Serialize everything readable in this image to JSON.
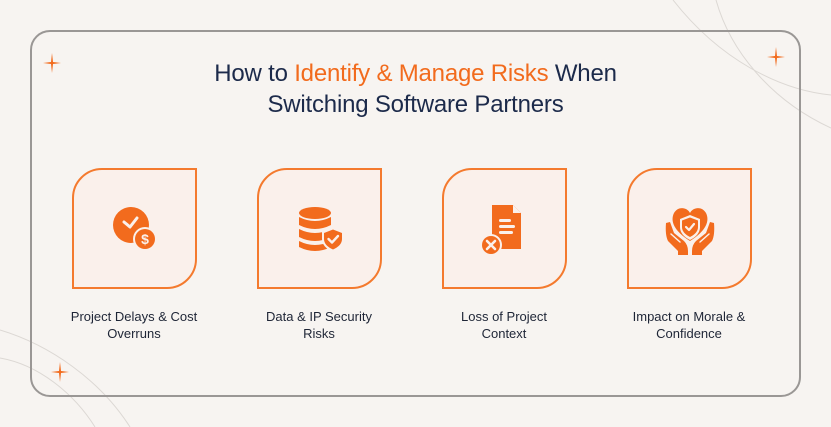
{
  "title": {
    "prefix": "How to ",
    "highlight": "Identify & Manage Risks",
    "suffix_line1": " When",
    "line2": "Switching Software Partners"
  },
  "colors": {
    "accent": "#f26b1d",
    "heading": "#1c2a4a",
    "card_fill": "#faf0eb",
    "card_border": "#f47a2e",
    "frame_border": "#9a9795",
    "background": "#f7f4f1"
  },
  "cards": [
    {
      "icon": "clock-dollar-icon",
      "label_line1": "Project Delays & Cost",
      "label_line2": "Overruns"
    },
    {
      "icon": "database-shield-icon",
      "label_line1": "Data & IP Security",
      "label_line2": "Risks"
    },
    {
      "icon": "document-x-icon",
      "label_line1": "Loss of Project",
      "label_line2": "Context"
    },
    {
      "icon": "heart-hands-shield-icon",
      "label_line1": "Impact on Morale &",
      "label_line2": "Confidence"
    }
  ]
}
